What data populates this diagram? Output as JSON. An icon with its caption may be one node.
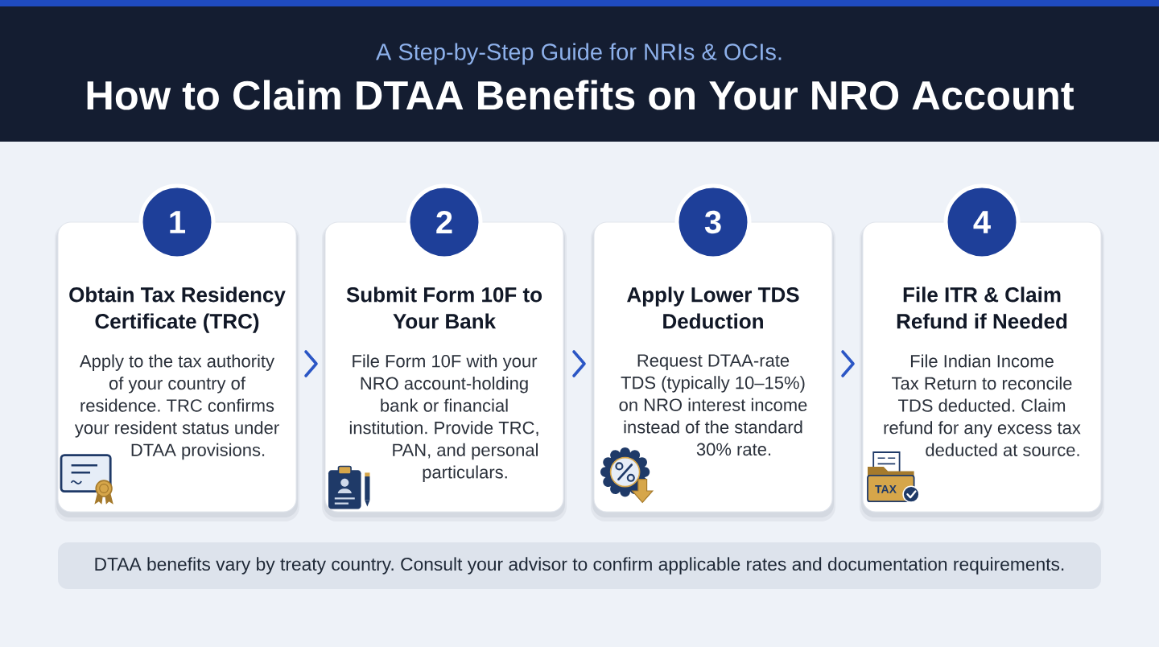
{
  "diagram": {
    "title": "How to Claim DTAA Benefits on Your NRO Account",
    "nodes": [
      {
        "text": [
          "1"
        ]
      },
      {
        "text": [
          "Obtain Tax Residency Certificate (TRC)",
          "Apply to the tax authority of your country of residence. TRC confirms your resident status under DTAA provisions."
        ]
      },
      {
        "text": [
          "2"
        ]
      },
      {
        "text": [
          "Submit Form 10F to Your Bank",
          "File Form 10F with your NRO account-holding bank or financial institution. Provide TRC, PAN, and personal particulars."
        ]
      },
      {
        "text": [
          "3"
        ]
      },
      {
        "text": [
          "Apply Lower TDS Deduction",
          "Request DTAA-rate TDS (typically 10–15%) on NRO interest income instead of the standard 30% rate."
        ]
      },
      {
        "text": [
          "4"
        ]
      },
      {
        "text": [
          "File ITR & Claim Refund if Needed",
          "File Indian Income Tax Return to reconcile TDS deducted. Claim refund for any excess tax deducted at source."
        ]
      },
      {
        "text": [
          "DTAA benefits vary by treaty country. Consult your advisor to confirm applicable rates and documentation requirements."
        ]
      }
    ],
    "edges": [
      {
        "from": 1,
        "to": 3,
        "arrow": "to"
      },
      {
        "from": 3,
        "to": 5,
        "arrow": "to"
      },
      {
        "from": 5,
        "to": 7,
        "arrow": "to"
      }
    ],
    "labels": [
      "A Step-by-Step Guide for NRIs & OCIs.",
      "TAX"
    ]
  }
}
